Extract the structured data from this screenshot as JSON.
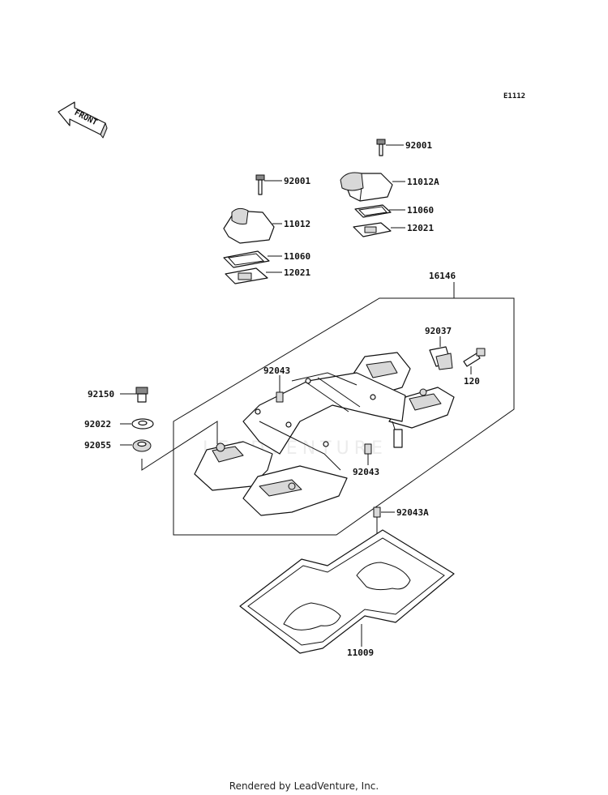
{
  "diagram_code": "E1112",
  "front_marker": "FRONT",
  "watermark": "LEADVENTURE",
  "callouts": {
    "bolt_top_right": "92001",
    "breather_cover_right": "11012A",
    "gasket_right": "11060",
    "plate_right": "12021",
    "bolt_top_left": "92001",
    "breather_cover_left": "11012",
    "gasket_left": "11060",
    "plate_left": "12021",
    "cylinder_head_cover": "16146",
    "bracket": "92037",
    "bolt_small": "120",
    "pin_upper": "92043",
    "pin_lower": "92043",
    "bolt_cover": "92150",
    "washer": "92022",
    "grommet": "92055",
    "dowel_pin": "92043A",
    "head_cover_gasket": "11009"
  },
  "footer": "Rendered by LeadVenture, Inc."
}
